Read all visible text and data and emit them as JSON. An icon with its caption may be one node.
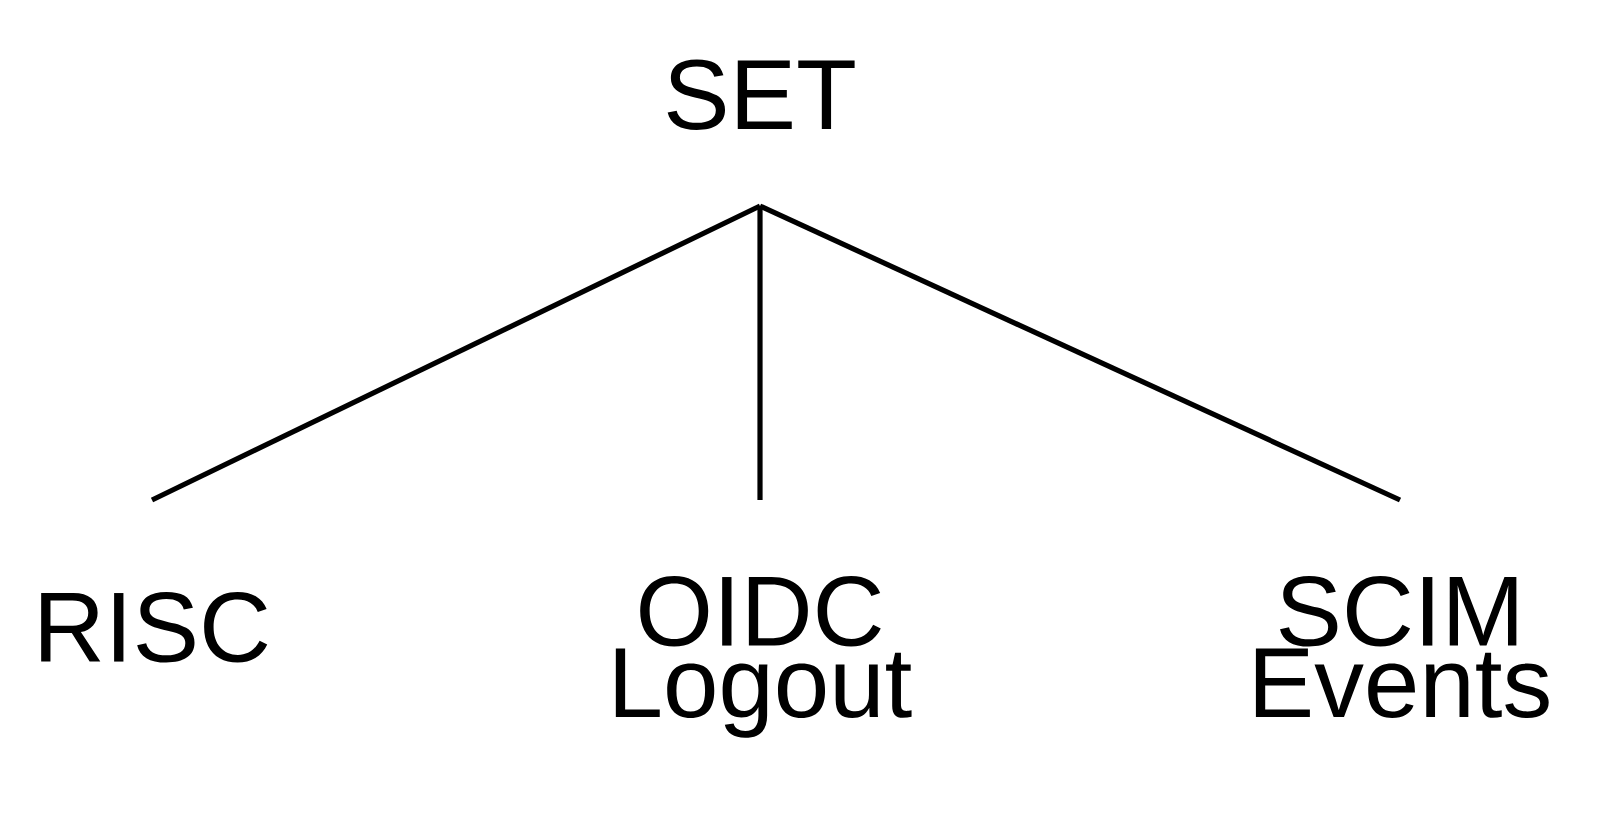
{
  "diagram": {
    "nodes": [
      {
        "text": [
          "SET"
        ]
      },
      {
        "text": [
          "RISC"
        ]
      },
      {
        "text": [
          "OIDC Logout"
        ]
      },
      {
        "text": [
          "SCIM Events"
        ]
      }
    ],
    "edges": [
      {
        "from": 0,
        "to": 1,
        "arrow": "none"
      },
      {
        "from": 0,
        "to": 2,
        "arrow": "none"
      },
      {
        "from": 0,
        "to": 3,
        "arrow": "none"
      }
    ]
  }
}
